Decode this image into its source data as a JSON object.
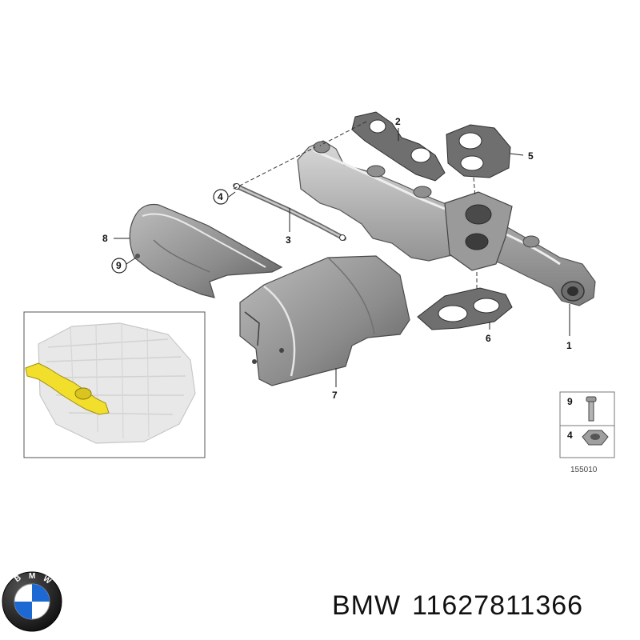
{
  "callouts": {
    "c1": "1",
    "c2": "2",
    "c3": "3",
    "c4": "4",
    "c5": "5",
    "c6": "6",
    "c7": "7",
    "c8": "8",
    "c9": "9"
  },
  "legend": {
    "item_a": "9",
    "item_b": "4",
    "code": "155010"
  },
  "logo": {
    "letters": "BMW",
    "colors": {
      "blue": "#1c69d4",
      "white": "#ffffff",
      "ring": "#111111"
    }
  },
  "footer": {
    "brand": "BMW",
    "part_number": "11627811366"
  },
  "colors": {
    "highlight": "#f2df2c",
    "gasket": "#6f6f6f"
  }
}
